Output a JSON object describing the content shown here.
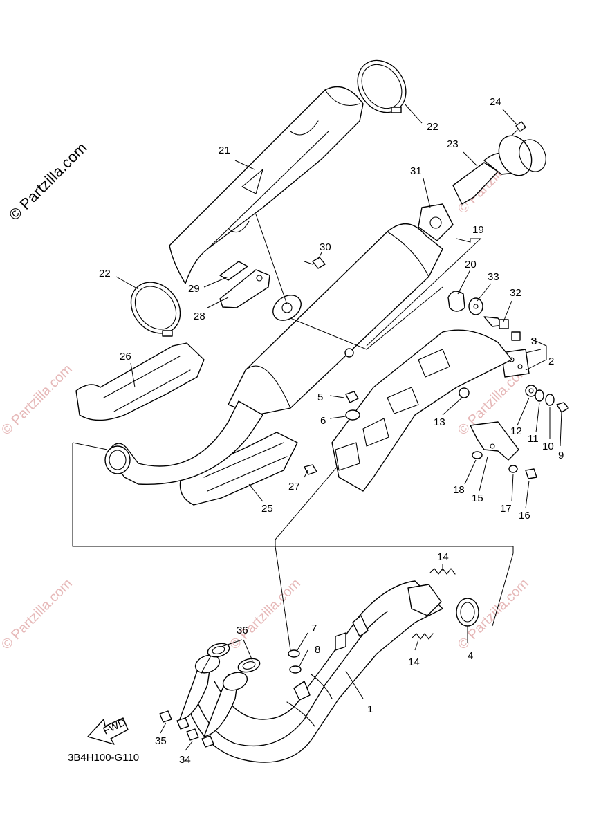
{
  "watermark": {
    "copyright_main": "© Partzilla.com",
    "repeat": "© Partzilla.com"
  },
  "diagram_code": "3B4H100-G110",
  "fwd_label": "FWD",
  "callouts": {
    "p1": "1",
    "p2": "2",
    "p3": "3",
    "p4": "4",
    "p5": "5",
    "p6": "6",
    "p7": "7",
    "p8": "8",
    "p9": "9",
    "p10": "10",
    "p11": "11",
    "p12": "12",
    "p13": "13",
    "p14a": "14",
    "p14b": "14",
    "p15": "15",
    "p16": "16",
    "p17": "17",
    "p18": "18",
    "p19": "19",
    "p20": "20",
    "p21": "21",
    "p22a": "22",
    "p22b": "22",
    "p23": "23",
    "p24": "24",
    "p25": "25",
    "p26": "26",
    "p27": "27",
    "p28": "28",
    "p29": "29",
    "p30": "30",
    "p31": "31",
    "p32": "32",
    "p33": "33",
    "p34": "34",
    "p35": "35",
    "p36": "36"
  }
}
